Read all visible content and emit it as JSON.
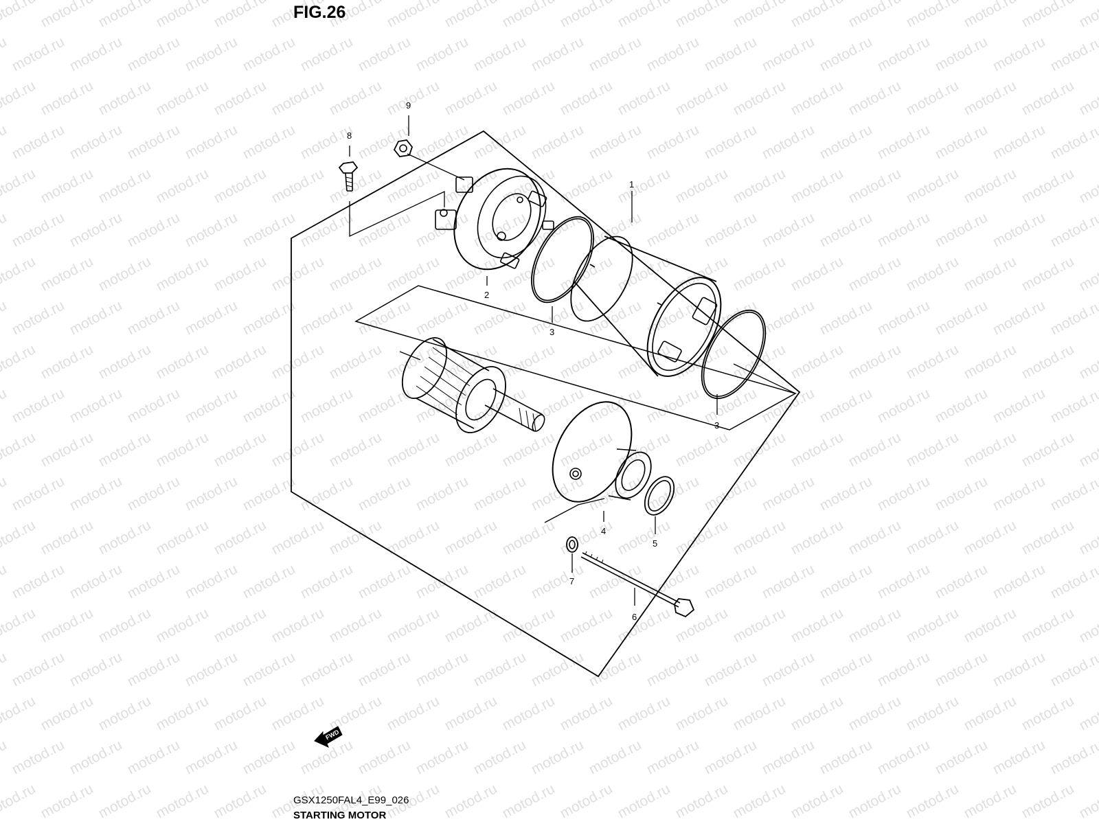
{
  "figure": {
    "title": "FIG.26",
    "code": "GSX1250FAL4_E99_026",
    "caption": "STARTING MOTOR",
    "fwd_label": "FWD"
  },
  "watermark": {
    "text": "motod.ru"
  },
  "parts": [
    {
      "id": "starting-motor-assembly",
      "number": "1"
    },
    {
      "id": "brush-holder-end-cover",
      "number": "2"
    },
    {
      "id": "o-ring-rear",
      "number": "3"
    },
    {
      "id": "o-ring-front",
      "number": "3"
    },
    {
      "id": "front-housing",
      "number": "4"
    },
    {
      "id": "shaft-o-ring",
      "number": "5"
    },
    {
      "id": "through-bolt",
      "number": "6"
    },
    {
      "id": "washer",
      "number": "7"
    },
    {
      "id": "bolt",
      "number": "8"
    },
    {
      "id": "nut",
      "number": "9"
    }
  ]
}
